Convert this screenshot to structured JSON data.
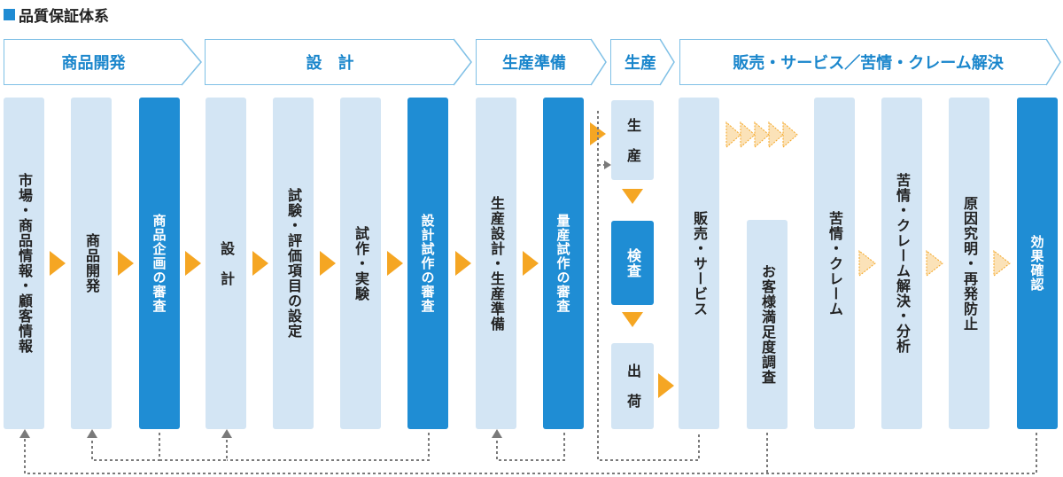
{
  "title": "品質保証体系",
  "phases": [
    {
      "id": "product-dev",
      "label": "商品開発"
    },
    {
      "id": "design",
      "label": "設　計"
    },
    {
      "id": "prep",
      "label": "生産準備"
    },
    {
      "id": "production",
      "label": "生産"
    },
    {
      "id": "sales",
      "label": "販売・サービス／苦情・クレーム解決"
    }
  ],
  "steps": [
    {
      "id": "market-info",
      "label": "市場・商品情報・顧客情報",
      "kind": "step"
    },
    {
      "id": "product-development",
      "label": "商品開発",
      "kind": "step"
    },
    {
      "id": "product-plan-review",
      "label": "商品企画の審査",
      "kind": "review"
    },
    {
      "id": "design-step",
      "label": "設　計",
      "kind": "step"
    },
    {
      "id": "test-evaluation",
      "label": "試験・評価項目の設定",
      "kind": "step"
    },
    {
      "id": "prototype-test",
      "label": "試作・実験",
      "kind": "step"
    },
    {
      "id": "design-prototype-review",
      "label": "設計試作の審査",
      "kind": "review"
    },
    {
      "id": "production-design-prep",
      "label": "生産設計・生産準備",
      "kind": "step"
    },
    {
      "id": "mass-prototype-review",
      "label": "量産試作の審査",
      "kind": "review"
    },
    {
      "id": "sales-service",
      "label": "販売・サービス",
      "kind": "step"
    },
    {
      "id": "customer-satisfaction",
      "label": "お客様満足度調査",
      "kind": "step"
    },
    {
      "id": "complaints",
      "label": "苦情・クレーム",
      "kind": "step"
    },
    {
      "id": "complaint-analysis",
      "label": "苦情・クレーム解決・分析",
      "kind": "step"
    },
    {
      "id": "root-cause",
      "label": "原因究明・再発防止",
      "kind": "step"
    },
    {
      "id": "effect-check",
      "label": "効果確認",
      "kind": "review"
    }
  ],
  "production_steps": [
    {
      "id": "produce",
      "label": "生　産"
    },
    {
      "id": "inspect",
      "label": "検査"
    },
    {
      "id": "ship",
      "label": "出　荷"
    }
  ],
  "colors": {
    "accent_blue": "#1f8dd4",
    "light_box": "#d3e5f4",
    "phase_border": "#7fc0e6",
    "phase_text": "#1a86cc",
    "flow_arrow": "#f5a623",
    "feedback_line": "#7a7a7a"
  }
}
